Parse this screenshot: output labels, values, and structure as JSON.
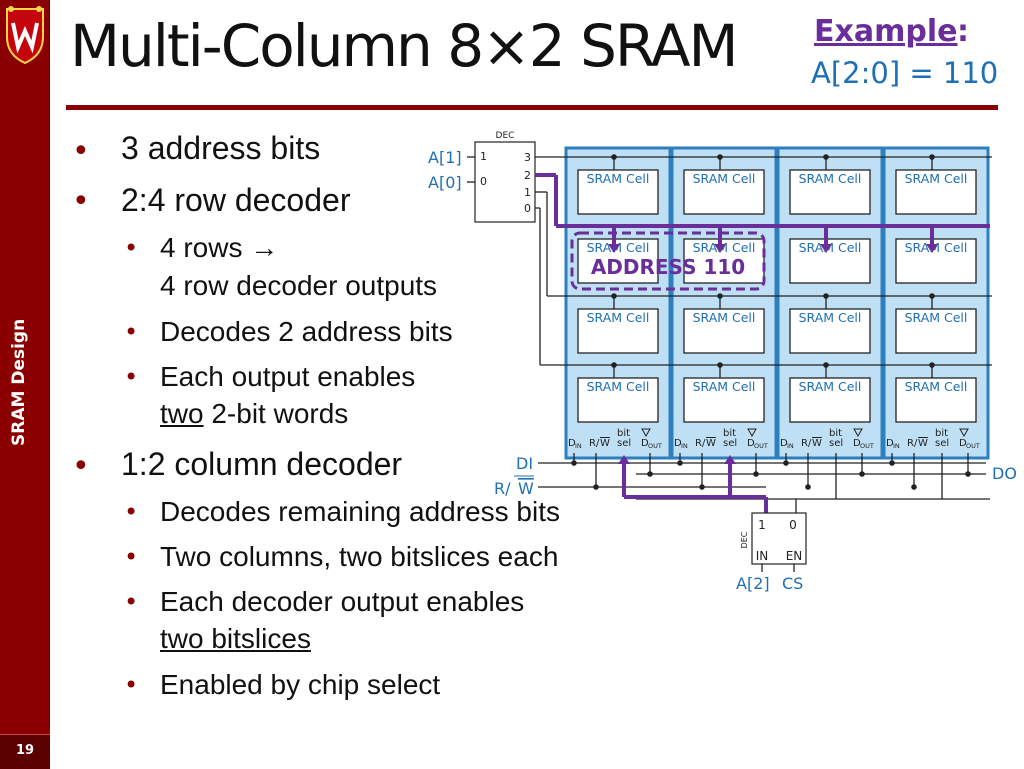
{
  "slide": {
    "title": "Multi-Column 8×2 SRAM",
    "section": "SRAM Design",
    "page_number": "19",
    "example_label": "Example",
    "example_colon": ":",
    "example_value": "A[2:0] = 110"
  },
  "bullets": {
    "b1": "3 address bits",
    "b2": "2:4 row decoder",
    "b2a_line1": "4 rows →",
    "b2a_line2": "4 row decoder outputs",
    "b2b": "Decodes 2 address bits",
    "b2c_line1": "Each output enables",
    "b2c_line2_u": "two",
    "b2c_line2_rest": " 2-bit words",
    "b3": "1:2 column decoder",
    "b3a": "Decodes remaining address bits",
    "b3b": "Two columns, two bitslices each",
    "b3c_line1": "Each decoder output enables",
    "b3c_line2": "two bitslices",
    "b3d": "Enabled by chip select"
  },
  "diagram": {
    "row_dec_label": "DEC",
    "row_dec_inputs": [
      "1",
      "0"
    ],
    "row_dec_outputs": [
      "3",
      "2",
      "1",
      "0"
    ],
    "addr_a1": "A[1]",
    "addr_a0": "A[0]",
    "cell_label": "SRAM Cell",
    "highlight_label": "ADDRESS 110",
    "col_footer": {
      "din": "D",
      "din_sub": "IN",
      "rw": "R/",
      "rw_bar": "W",
      "bitsel_top": "bit",
      "bitsel_bottom": "sel",
      "dout": "D",
      "dout_sub": "OUT"
    },
    "di_label": "DI",
    "rw_label_main": "R/",
    "rw_label_bar": "W",
    "do_label": "DO",
    "col_dec_label": "DEC",
    "col_dec_outputs": [
      "1",
      "0"
    ],
    "col_dec_in": "IN",
    "col_dec_en": "EN",
    "col_dec_a2": "A[2]",
    "col_dec_cs": "CS",
    "colors": {
      "maroon": "#8a0000",
      "cell_blue": "#bfe0f4",
      "cell_border": "#2e7fbf",
      "highlight_purple": "#6a2e9a",
      "label_blue": "#1f6fb4"
    }
  }
}
